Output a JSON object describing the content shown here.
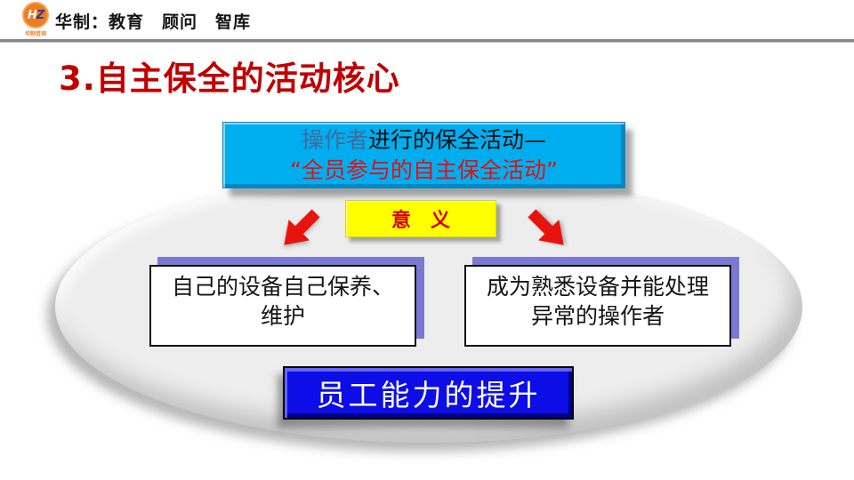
{
  "header": {
    "logo": {
      "text_h": "H",
      "text_z": "Z",
      "subtext": "华制咨询"
    },
    "brand": "华制：教育　顾问　智库"
  },
  "slide": {
    "title": "3.自主保全的活动核心",
    "banner": {
      "lead": "操作者",
      "rest": "进行的保全活动—",
      "quote": "“全员参与的自主保全活动”"
    },
    "meaning": {
      "label": "意　义"
    },
    "arrows": [
      {
        "name": "arrow-down-left",
        "direction": "down-left"
      },
      {
        "name": "arrow-down-right",
        "direction": "down-right"
      }
    ],
    "cards": {
      "left": {
        "line1": "自己的设备自己保养、",
        "line2": "维护"
      },
      "right": {
        "line1": "成为熟悉设备并能处理",
        "line2": "异常的操作者"
      }
    },
    "result": {
      "label": "员工能力的提升"
    }
  },
  "colors": {
    "title_red": "#c00000",
    "banner_bg": "#00aeef",
    "banner_lead_blue": "#44699e",
    "banner_quote_red": "#e31010",
    "meaning_bg": "#ffff00",
    "meaning_text": "#d00000",
    "arrow_red": "#e8130c",
    "card_shadow_purple": "#7a7ad4",
    "card_border": "#111111",
    "result_bg": "#0d0de8",
    "result_text": "#ffffff",
    "ellipse_gray": "#ededed",
    "logo_orange": "#ee7d20",
    "header_rule_gray": "#878787"
  }
}
